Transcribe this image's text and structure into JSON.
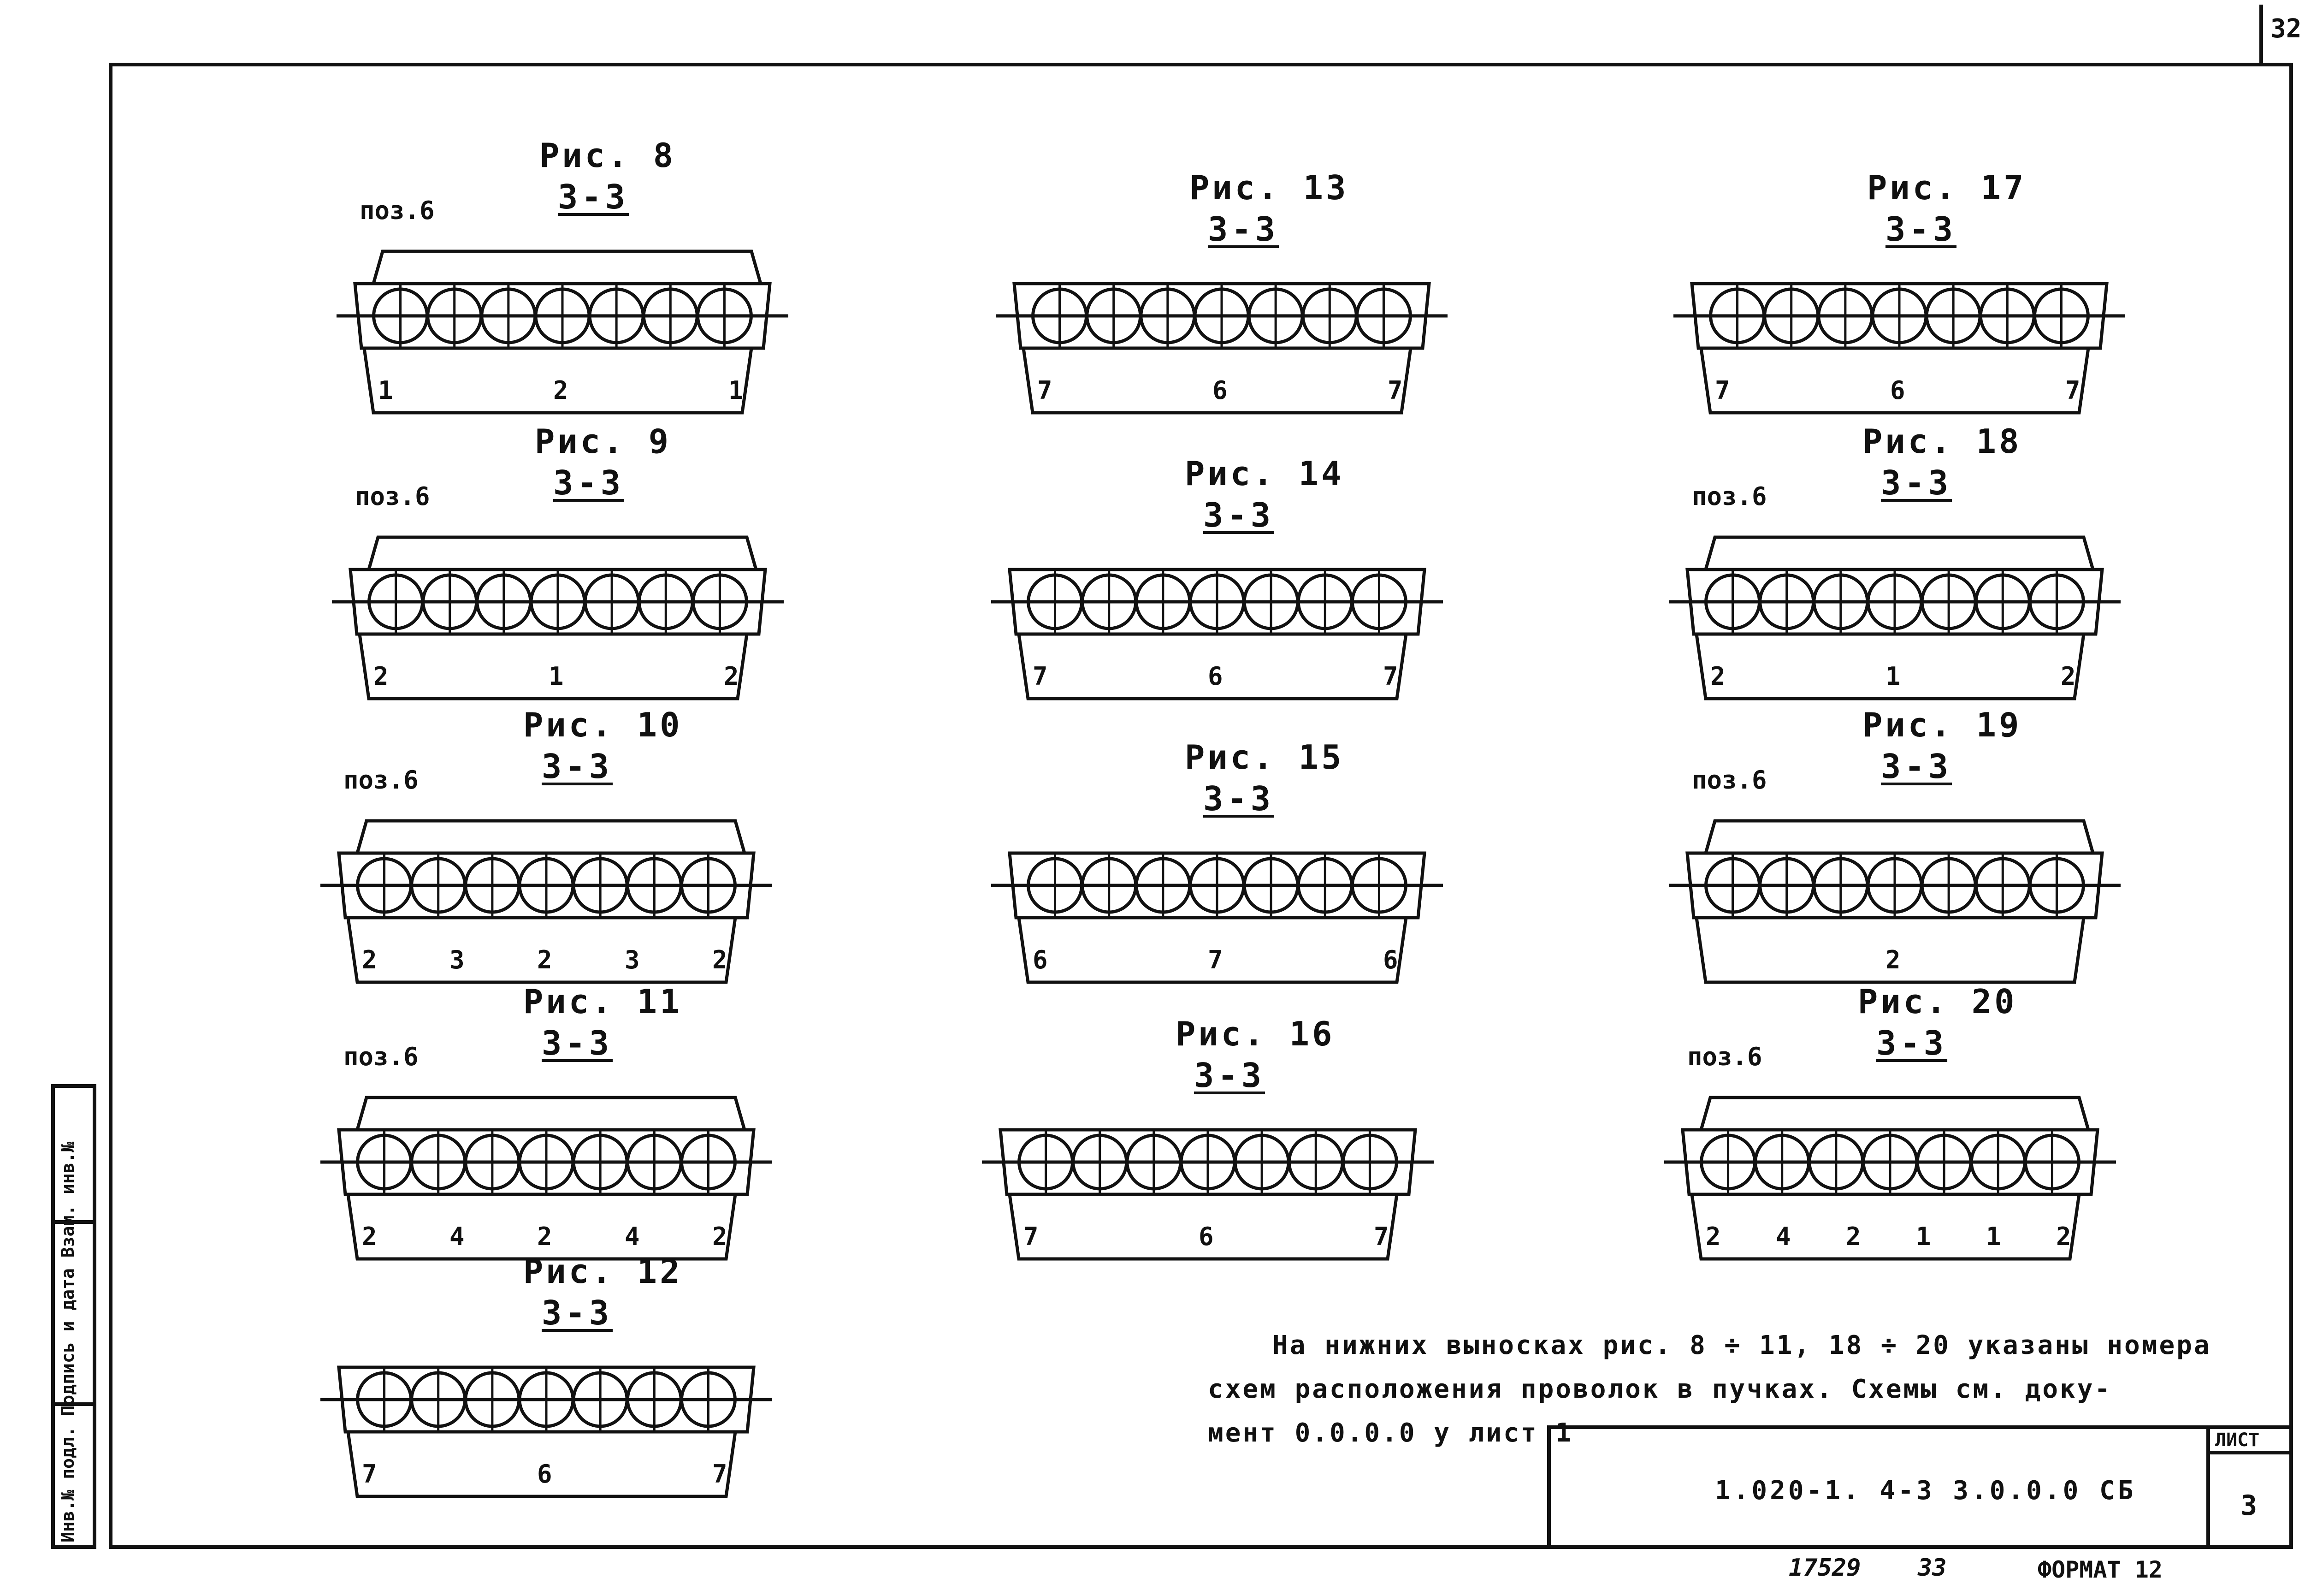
{
  "sheet": {
    "corner_number": "32",
    "sidebar_text": "Инв.№ подл. Подпись и дата Взам. инв.№",
    "stamp_code": "1.020-1. 4-3 3.0.0.0 СБ",
    "sheet_label": "ЛИСТ",
    "sheet_number": "3",
    "bottom_number": "17529",
    "bottom_copy": "33",
    "format": "ФОРМАТ 12"
  },
  "note": {
    "line1": "На нижних выносках рис. 8 ÷ 11, 18 ÷ 20 указаны номера",
    "line2": "схем расположения проволок в пучках. Схемы см. доку-",
    "line3": "мент 0.0.0.0 у лист 1"
  },
  "figures": [
    {
      "title": "Рис. 8",
      "section": "3-3",
      "poz": "поз.6",
      "labels": [
        "1",
        "2",
        "1"
      ]
    },
    {
      "title": "Рис. 9",
      "section": "3-3",
      "poz": "поз.6",
      "labels": [
        "2",
        "1",
        "2"
      ]
    },
    {
      "title": "Рис. 10",
      "section": "3-3",
      "poz": "поз.6",
      "labels": [
        "2",
        "3",
        "2",
        "3",
        "2"
      ]
    },
    {
      "title": "Рис. 11",
      "section": "3-3",
      "poz": "поз.6",
      "labels": [
        "2",
        "4",
        "2",
        "4",
        "2"
      ]
    },
    {
      "title": "Рис. 12",
      "section": "3-3",
      "poz": "",
      "labels": [
        "7",
        "6",
        "7"
      ]
    },
    {
      "title": "Рис. 13",
      "section": "3-3",
      "poz": "",
      "labels": [
        "7",
        "6",
        "7"
      ]
    },
    {
      "title": "Рис. 14",
      "section": "3-3",
      "poz": "",
      "labels": [
        "7",
        "6",
        "7"
      ]
    },
    {
      "title": "Рис. 15",
      "section": "3-3",
      "poz": "",
      "labels": [
        "6",
        "7",
        "6"
      ]
    },
    {
      "title": "Рис. 16",
      "section": "3-3",
      "poz": "",
      "labels": [
        "7",
        "6",
        "7"
      ]
    },
    {
      "title": "Рис. 17",
      "section": "3-3",
      "poz": "",
      "labels": [
        "7",
        "6",
        "7"
      ]
    },
    {
      "title": "Рис. 18",
      "section": "3-3",
      "poz": "поз.6",
      "labels": [
        "2",
        "1",
        "2"
      ]
    },
    {
      "title": "Рис. 19",
      "section": "3-3",
      "poz": "поз.6",
      "labels": [
        "2"
      ]
    },
    {
      "title": "Рис. 20",
      "section": "3-3",
      "poz": "поз.6",
      "labels": [
        "2",
        "4",
        "2",
        "1",
        "1",
        "2"
      ]
    }
  ]
}
